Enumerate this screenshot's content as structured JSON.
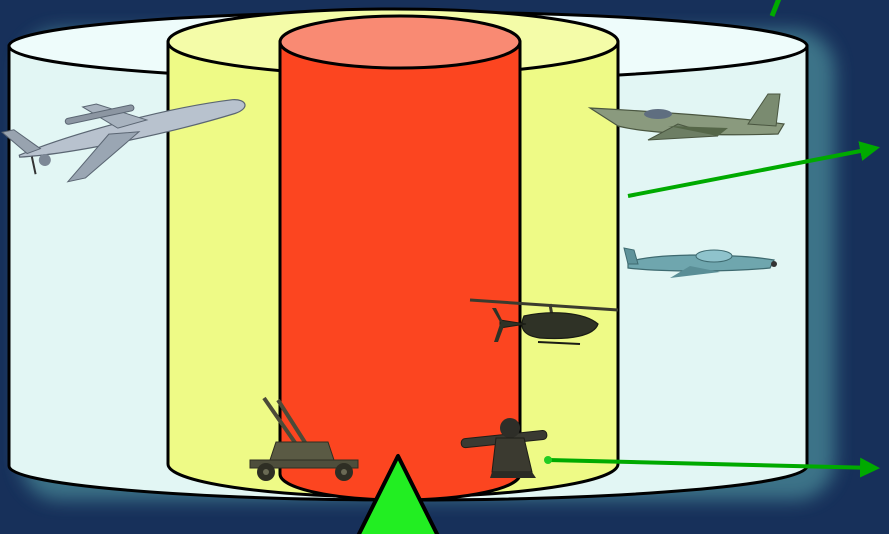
{
  "colors": {
    "background": "#17305a",
    "outer_zone": "#e2f6f4",
    "outer_zone_top": "#eefcfb",
    "middle_zone": "#eefa86",
    "middle_zone_top": "#f4fca8",
    "inner_zone": "#fc4520",
    "inner_zone_top": "#f98a73",
    "arrow": "#00aa00",
    "site_marker": "#22ee22"
  },
  "zones": [
    {
      "id": "outer",
      "icons": [
        "awacs-aircraft-icon",
        "fighter-jet-icon",
        "light-attack-aircraft-icon"
      ]
    },
    {
      "id": "middle",
      "icons": [
        "helicopter-icon",
        "soldier-launcher-icon"
      ]
    },
    {
      "id": "inner",
      "icons": [
        "anti-aircraft-gun-icon"
      ]
    }
  ],
  "pointers": [
    "arrow-to-outer-zone",
    "arrow-to-soldier",
    "arrow-partial-top"
  ],
  "protected_site": "site-marker-triangle"
}
